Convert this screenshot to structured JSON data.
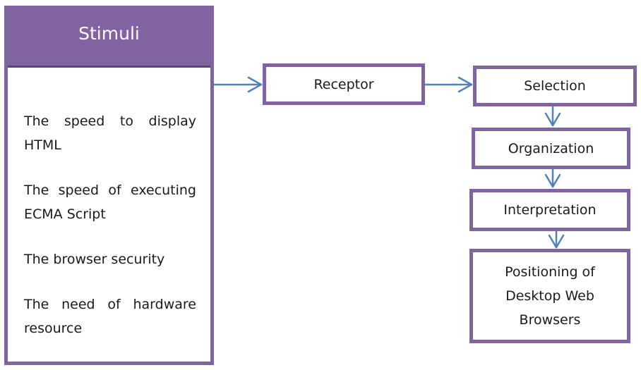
{
  "stimuli": {
    "title": "Stimuli",
    "items": [
      "The speed to display HTML",
      "The speed of executing ECMA Script",
      "The browser security",
      "The need of hardware resource"
    ]
  },
  "flow": {
    "receptor": "Receptor",
    "selection": "Selection",
    "organization": "Organization",
    "interpretation": "Interpretation",
    "positioning": "Positioning of Desktop Web Browsers"
  },
  "colors": {
    "border": "#8064a2",
    "header_fill": "#8064a2",
    "arrow": "#4f81bd"
  }
}
